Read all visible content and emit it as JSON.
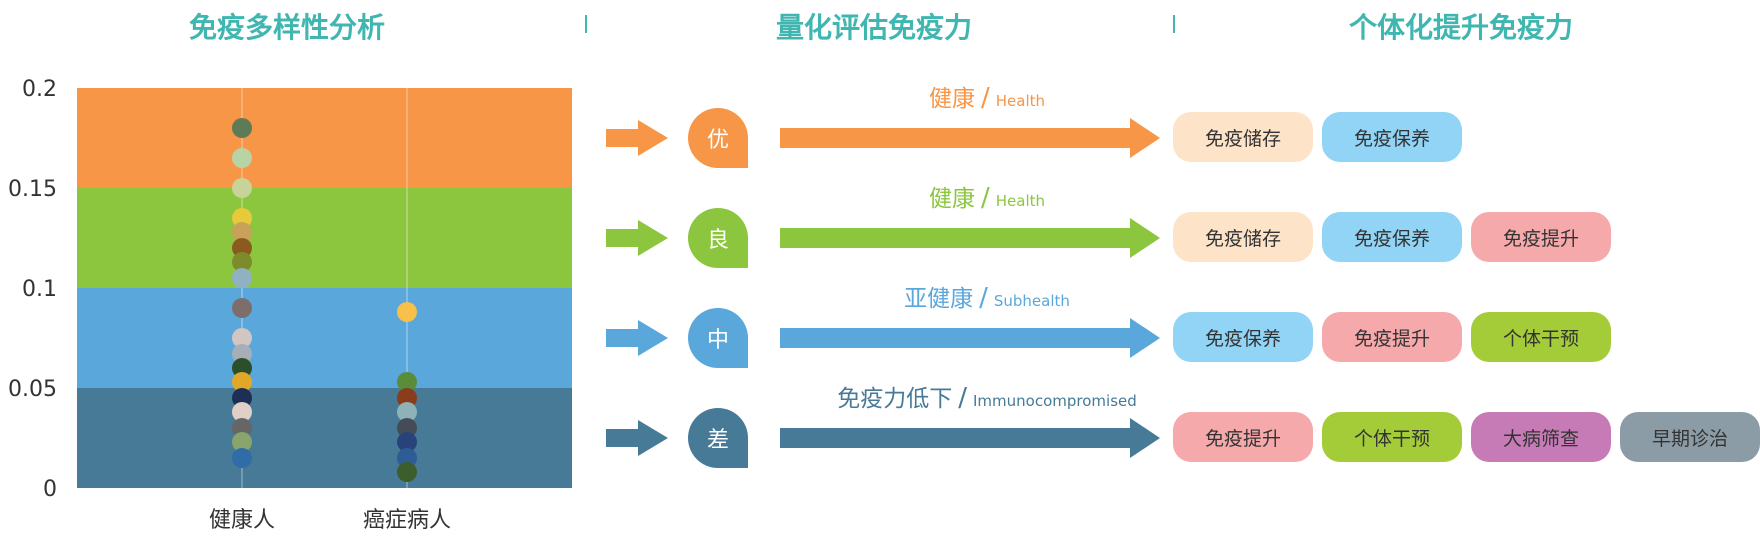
{
  "headers": {
    "diversity": "免疫多样性分析",
    "quantify": "量化评估免疫力",
    "personalize": "个体化提升免疫力"
  },
  "chart_data": {
    "type": "scatter",
    "categories": [
      "健康人",
      "癌症病人"
    ],
    "ylim": [
      0,
      0.2
    ],
    "yticks": [
      {
        "value": 0,
        "label": "0"
      },
      {
        "value": 0.05,
        "label": "0.05"
      },
      {
        "value": 0.1,
        "label": "0.1"
      },
      {
        "value": 0.15,
        "label": "0.15"
      },
      {
        "value": 0.2,
        "label": "0.2"
      }
    ],
    "bands": [
      {
        "from": 0.15,
        "to": 0.2,
        "color": "#f79646"
      },
      {
        "from": 0.1,
        "to": 0.15,
        "color": "#8cc63f"
      },
      {
        "from": 0.05,
        "to": 0.1,
        "color": "#5aa7dc"
      },
      {
        "from": 0,
        "to": 0.05,
        "color": "#467a97"
      }
    ],
    "series": [
      {
        "category": "健康人",
        "values": [
          0.18,
          0.165,
          0.15,
          0.135,
          0.128,
          0.12,
          0.113,
          0.105,
          0.09,
          0.075,
          0.067,
          0.06,
          0.053,
          0.045,
          0.038,
          0.03,
          0.023,
          0.015
        ],
        "colors": [
          "#5d7b57",
          "#b8d4a6",
          "#c8d39a",
          "#e6ca3a",
          "#c8a15b",
          "#8c5a1e",
          "#7d8c2a",
          "#8fb1c2",
          "#7d6e6b",
          "#d1c6c1",
          "#a6aeb7",
          "#2d4e2a",
          "#e1a827",
          "#1d2f55",
          "#e1d0c7",
          "#666666",
          "#8aa56c",
          "#2f6ca8"
        ]
      },
      {
        "category": "癌症病人",
        "values": [
          0.088,
          0.053,
          0.045,
          0.038,
          0.03,
          0.023,
          0.015,
          0.008
        ],
        "colors": [
          "#f7c04a",
          "#5a8c3a",
          "#8a3d1a",
          "#8fb1b8",
          "#444d57",
          "#27437a",
          "#2d5d94",
          "#3b5e2c"
        ]
      }
    ]
  },
  "rows": [
    {
      "grade": "优",
      "color": "#f79646",
      "status_cn": "健康",
      "status_en": "Health",
      "tags": [
        "免疫储存",
        "免疫保养"
      ]
    },
    {
      "grade": "良",
      "color": "#8cc63f",
      "status_cn": "健康",
      "status_en": "Health",
      "tags": [
        "免疫储存",
        "免疫保养",
        "免疫提升"
      ]
    },
    {
      "grade": "中",
      "color": "#5aa7dc",
      "status_cn": "亚健康",
      "status_en": "Subhealth",
      "tags": [
        "免疫保养",
        "免疫提升",
        "个体干预"
      ]
    },
    {
      "grade": "差",
      "color": "#467a97",
      "status_cn": "免疫力低下",
      "status_en": "Immunocompromised",
      "tags": [
        "免疫提升",
        "个体干预",
        "大病筛查",
        "早期诊治"
      ]
    }
  ],
  "status_separator": "/",
  "tag_colors": {
    "免疫储存": "#fde3c8",
    "免疫保养": "#91d4f5",
    "免疫提升": "#f5a9ab",
    "个体干预": "#a4cc39",
    "大病筛查": "#c67bb6",
    "早期诊治": "#8c9ca6"
  }
}
